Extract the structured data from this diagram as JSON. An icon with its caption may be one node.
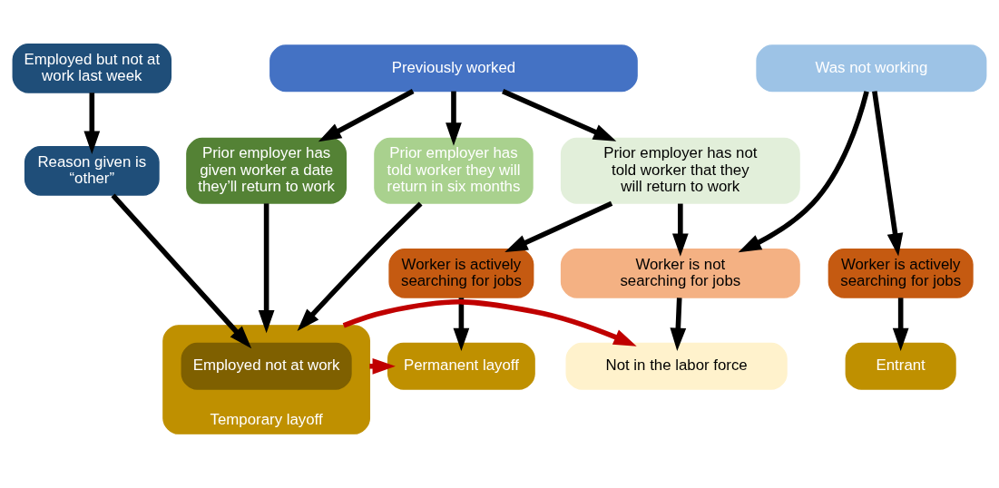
{
  "diagram": {
    "nodes": [
      {
        "text": [
          "Employed but not at work last week"
        ]
      },
      {
        "text": [
          "Previously worked"
        ]
      },
      {
        "text": [
          "Was not working"
        ]
      },
      {
        "text": [
          "Prior employer has given worker a date they’ll return to work"
        ]
      },
      {
        "text": [
          "Prior employer has told worker they will return in six months"
        ]
      },
      {
        "text": [
          "Prior employer has not told worker that they will return to work"
        ]
      },
      {
        "text": [
          "Reason given is “other”"
        ]
      },
      {
        "text": [
          "Worker is actively searching for jobs"
        ]
      },
      {
        "text": [
          "Worker is not searching for jobs"
        ]
      },
      {
        "text": [
          "Worker is actively searching for jobs"
        ]
      },
      {
        "text": [
          "Temporary layoff"
        ]
      },
      {
        "text": [
          "Employed not at work"
        ],
        "in": 10
      },
      {
        "text": [
          "Permanent layoff"
        ]
      },
      {
        "text": [
          "Not in the labor force"
        ]
      },
      {
        "text": [
          "Entrant"
        ]
      }
    ],
    "edges": [
      {
        "from": 0,
        "to": 6,
        "arrow": "to"
      },
      {
        "from": 6,
        "to": 11,
        "arrow": "to"
      },
      {
        "from": 1,
        "to": 3,
        "arrow": "to"
      },
      {
        "from": 1,
        "to": 4,
        "arrow": "to"
      },
      {
        "from": 1,
        "to": 5,
        "arrow": "to"
      },
      {
        "from": 3,
        "to": 10,
        "arrow": "to"
      },
      {
        "from": 4,
        "to": 10,
        "arrow": "to"
      },
      {
        "from": 5,
        "to": 7,
        "arrow": "to"
      },
      {
        "from": 5,
        "to": 8,
        "arrow": "to"
      },
      {
        "from": 2,
        "to": 8,
        "arrow": "to"
      },
      {
        "from": 2,
        "to": 9,
        "arrow": "to"
      },
      {
        "from": 7,
        "to": 12,
        "arrow": "to"
      },
      {
        "from": 8,
        "to": 13,
        "arrow": "to"
      },
      {
        "from": 9,
        "to": 14,
        "arrow": "to"
      },
      {
        "from": 10,
        "to": 12,
        "arrow": "to",
        "color": "#c00000"
      },
      {
        "from": 10,
        "to": 13,
        "arrow": "to",
        "color": "#c00000"
      }
    ]
  }
}
